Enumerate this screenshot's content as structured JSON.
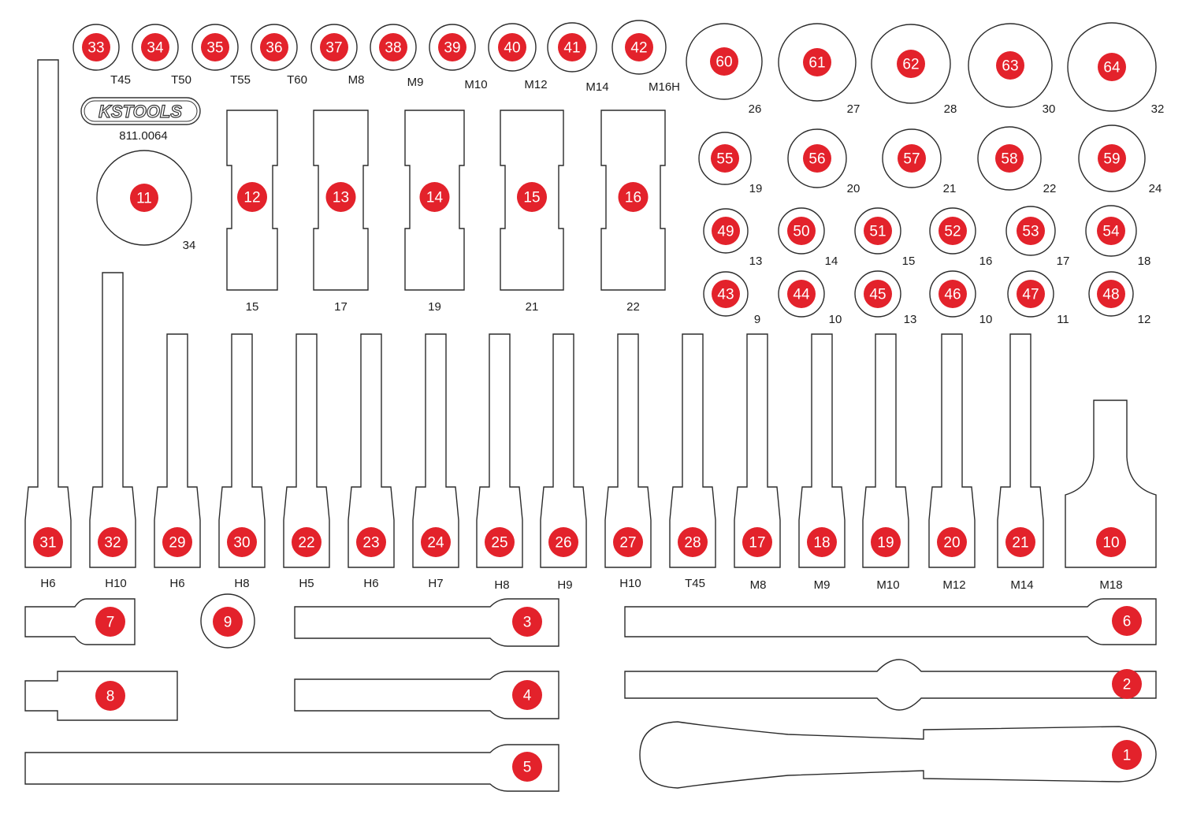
{
  "brand": {
    "logo_text": "KSTOOLS",
    "article_number": "811.0064"
  },
  "colors": {
    "badge": "#e3222b",
    "outline": "#2b2b2b",
    "badge_text": "#ffffff"
  },
  "small_sockets_top": [
    {
      "num": "33",
      "label": "T45"
    },
    {
      "num": "34",
      "label": "T50"
    },
    {
      "num": "35",
      "label": "T55"
    },
    {
      "num": "36",
      "label": "T60"
    },
    {
      "num": "37",
      "label": "M8"
    },
    {
      "num": "38",
      "label": "M9"
    },
    {
      "num": "39",
      "label": "M10"
    },
    {
      "num": "40",
      "label": "M12"
    },
    {
      "num": "41",
      "label": "M14"
    },
    {
      "num": "42",
      "label": "M16H"
    }
  ],
  "large_sockets_top": [
    {
      "num": "60",
      "label": "26"
    },
    {
      "num": "61",
      "label": "27"
    },
    {
      "num": "62",
      "label": "28"
    },
    {
      "num": "63",
      "label": "30"
    },
    {
      "num": "64",
      "label": "32"
    }
  ],
  "sockets_row2": [
    {
      "num": "55",
      "label": "19"
    },
    {
      "num": "56",
      "label": "20"
    },
    {
      "num": "57",
      "label": "21"
    },
    {
      "num": "58",
      "label": "22"
    },
    {
      "num": "59",
      "label": "24"
    }
  ],
  "sockets_row3": [
    {
      "num": "49",
      "label": "13"
    },
    {
      "num": "50",
      "label": "14"
    },
    {
      "num": "51",
      "label": "15"
    },
    {
      "num": "52",
      "label": "16"
    },
    {
      "num": "53",
      "label": "17"
    },
    {
      "num": "54",
      "label": "18"
    }
  ],
  "sockets_row4": [
    {
      "num": "43",
      "label": "9"
    },
    {
      "num": "44",
      "label": "10"
    },
    {
      "num": "45",
      "label": "13"
    },
    {
      "num": "46",
      "label": "10"
    },
    {
      "num": "47",
      "label": "11"
    },
    {
      "num": "48",
      "label": "12"
    }
  ],
  "socket_11": {
    "num": "11",
    "label": "34"
  },
  "deep_sockets": [
    {
      "num": "12",
      "label": "15"
    },
    {
      "num": "13",
      "label": "17"
    },
    {
      "num": "14",
      "label": "19"
    },
    {
      "num": "15",
      "label": "21"
    },
    {
      "num": "16",
      "label": "22"
    }
  ],
  "bit_sockets": [
    {
      "num": "31",
      "label": "H6"
    },
    {
      "num": "32",
      "label": "H10"
    },
    {
      "num": "29",
      "label": "H6"
    },
    {
      "num": "30",
      "label": "H8"
    },
    {
      "num": "22",
      "label": "H5"
    },
    {
      "num": "23",
      "label": "H6"
    },
    {
      "num": "24",
      "label": "H7"
    },
    {
      "num": "25",
      "label": "H8"
    },
    {
      "num": "26",
      "label": "H9"
    },
    {
      "num": "27",
      "label": "H10"
    },
    {
      "num": "28",
      "label": "T45"
    },
    {
      "num": "17",
      "label": "M8"
    },
    {
      "num": "18",
      "label": "M9"
    },
    {
      "num": "19",
      "label": "M10"
    },
    {
      "num": "20",
      "label": "M12"
    },
    {
      "num": "21",
      "label": "M14"
    },
    {
      "num": "10",
      "label": "M18"
    }
  ],
  "tools": {
    "adapter_7": "7",
    "adapter_8": "8",
    "socket_9": "9",
    "extension_3": "3",
    "extension_4": "4",
    "extension_5": "5",
    "extension_6": "6",
    "sliding_bar_2": "2",
    "ratchet_1": "1"
  }
}
